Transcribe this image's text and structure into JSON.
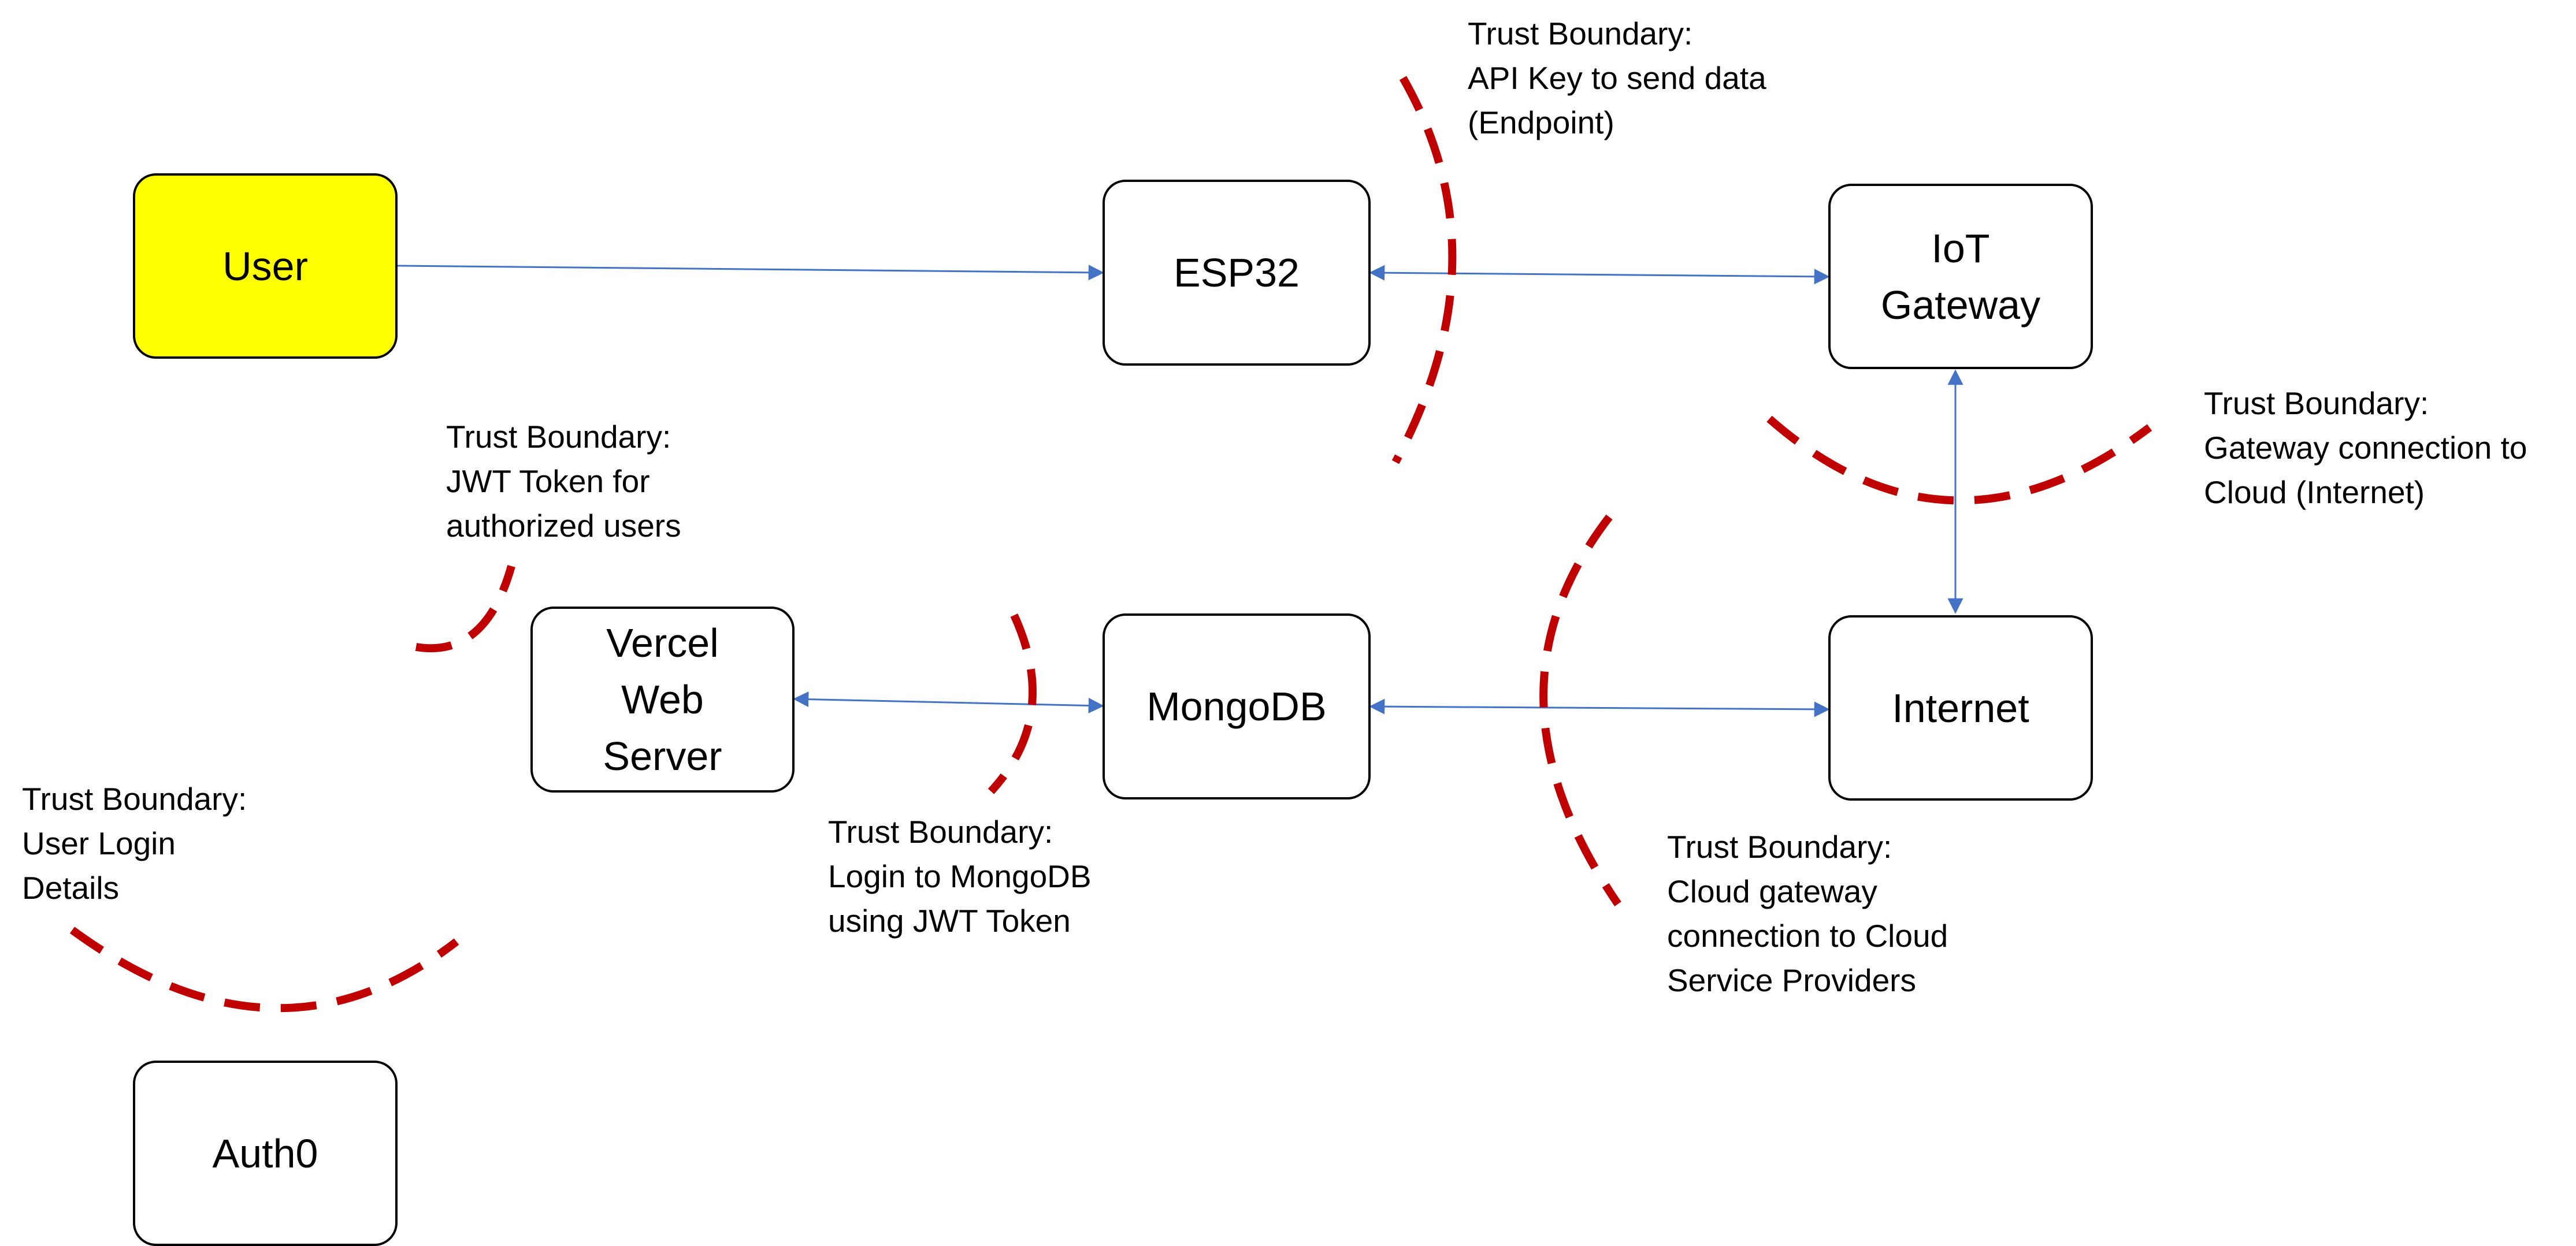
{
  "colors": {
    "user_fill": "#ffff00",
    "box_fill": "#ffffff",
    "box_stroke": "#000000",
    "connector": "#4472c4",
    "boundary": "#c00000"
  },
  "nodes": {
    "user": "User",
    "esp32": "ESP32",
    "iot_gateway": "IoT\nGateway",
    "internet": "Internet",
    "mongodb": "MongoDB",
    "vercel": "Vercel\nWeb\nServer",
    "auth0": "Auth0"
  },
  "trust_boundaries": {
    "api_key": {
      "lines": [
        "Trust Boundary:",
        "API Key to send data",
        "(Endpoint)"
      ]
    },
    "gateway_cloud": {
      "lines": [
        "Trust Boundary:",
        "Gateway connection to",
        "Cloud (Internet)"
      ]
    },
    "jwt_users": {
      "lines": [
        "Trust Boundary:",
        "JWT Token for",
        "authorized users"
      ]
    },
    "user_login": {
      "lines": [
        "Trust Boundary:",
        "User Login",
        "Details"
      ]
    },
    "mongodb_login": {
      "lines": [
        "Trust Boundary:",
        "Login to MongoDB",
        "using JWT Token"
      ]
    },
    "cloud_providers": {
      "lines": [
        "Trust Boundary:",
        "Cloud gateway",
        "connection to Cloud",
        "Service Providers"
      ]
    }
  },
  "connections": [
    {
      "from": "User",
      "to": "ESP32",
      "direction": "one-way"
    },
    {
      "from": "ESP32",
      "to": "IoT Gateway",
      "direction": "two-way"
    },
    {
      "from": "IoT Gateway",
      "to": "Internet",
      "direction": "two-way"
    },
    {
      "from": "MongoDB",
      "to": "Internet",
      "direction": "two-way"
    },
    {
      "from": "Vercel Web Server",
      "to": "MongoDB",
      "direction": "two-way"
    }
  ]
}
